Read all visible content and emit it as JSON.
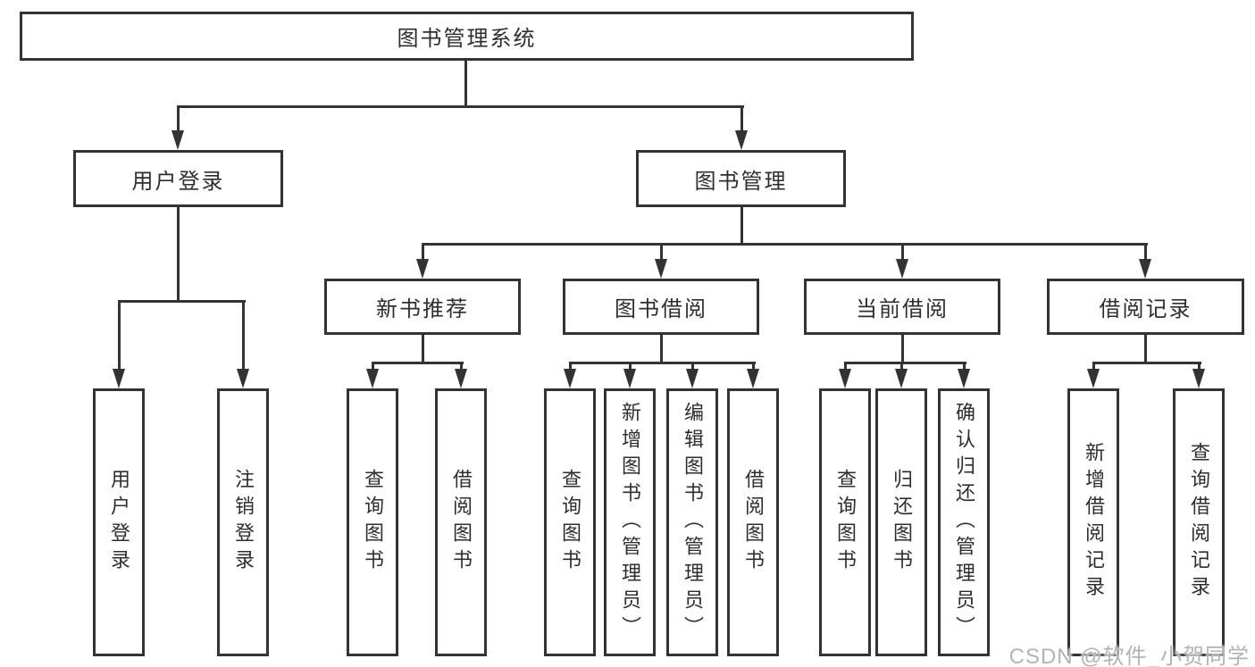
{
  "tree": {
    "root": "图书管理系统",
    "branches": [
      {
        "label": "用户登录",
        "children": [
          "用户登录",
          "注销登录"
        ]
      },
      {
        "label": "图书管理",
        "children": [
          {
            "label": "新书推荐",
            "children": [
              "查询图书",
              "借阅图书"
            ]
          },
          {
            "label": "图书借阅",
            "children": [
              "查询图书",
              "新增图书（管理员）",
              "编辑图书（管理员）",
              "借阅图书"
            ]
          },
          {
            "label": "当前借阅",
            "children": [
              "查询图书",
              "归还图书",
              "确认归还（管理员）"
            ]
          },
          {
            "label": "借阅记录",
            "children": [
              "新增借阅记录",
              "查询借阅记录"
            ]
          }
        ]
      }
    ]
  },
  "watermark": "CSDN @软件_小贺同学",
  "colors": {
    "line": "#333333",
    "text": "#2e2e2e",
    "watermark": "#b3b3b3",
    "background": "#ffffff"
  }
}
